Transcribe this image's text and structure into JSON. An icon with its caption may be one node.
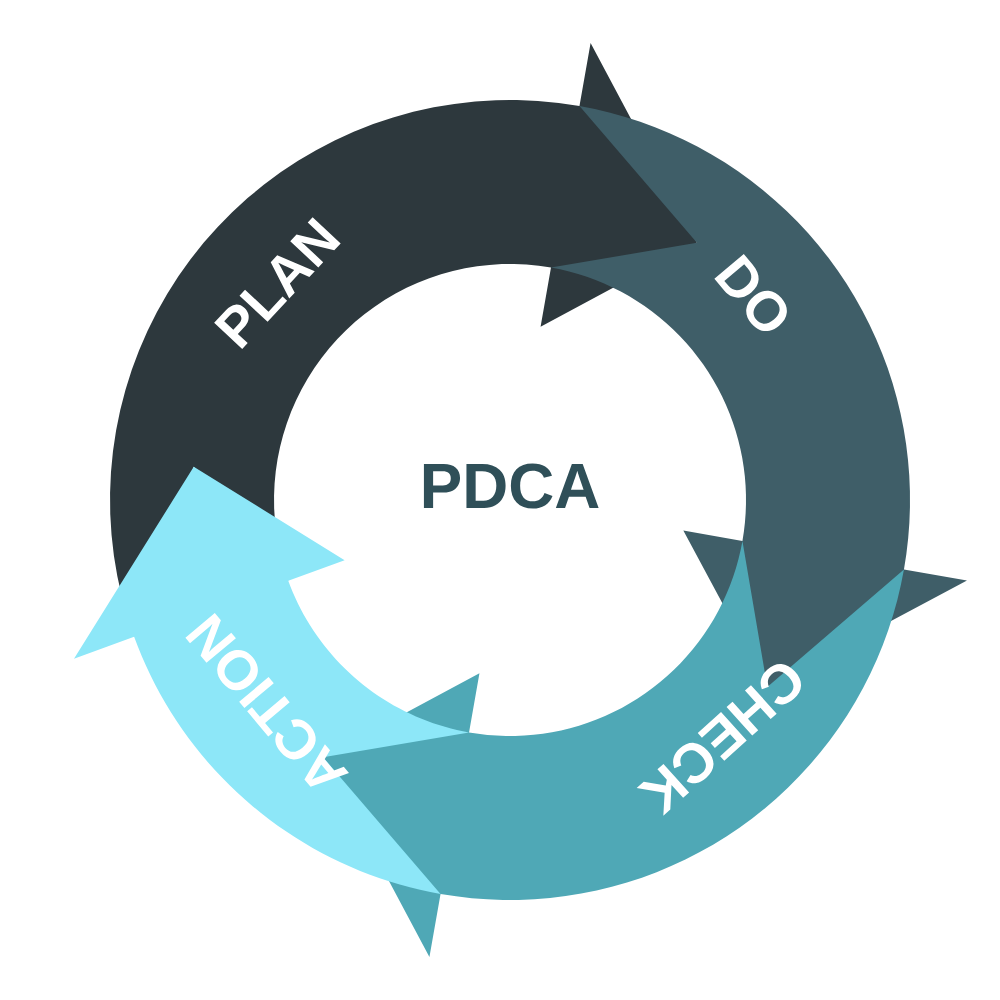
{
  "diagram": {
    "nodes": [
      {
        "text": [
          "PLAN"
        ]
      },
      {
        "text": [
          "DO"
        ]
      },
      {
        "text": [
          "CHECK"
        ]
      },
      {
        "text": [
          "ACTION"
        ]
      }
    ],
    "labels": [
      "PDCA"
    ]
  }
}
